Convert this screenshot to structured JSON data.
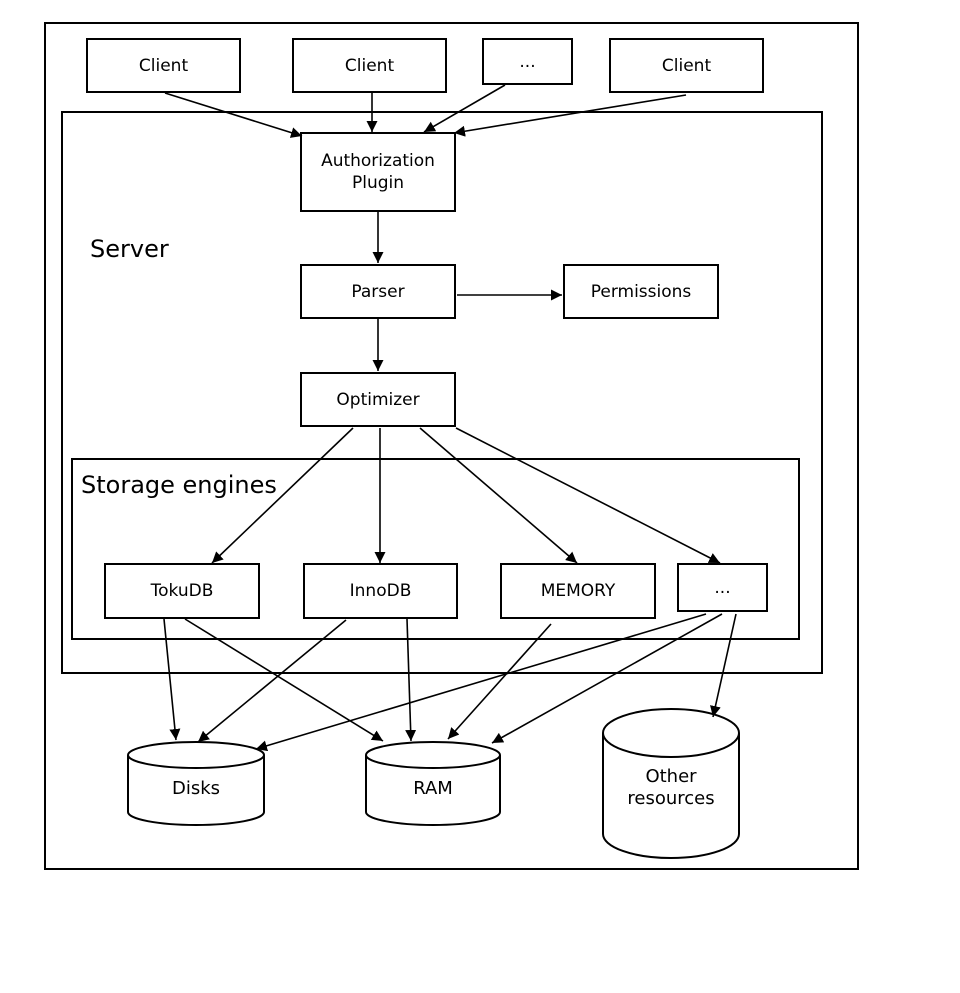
{
  "diagram": {
    "clients": [
      "Client",
      "Client",
      "...",
      "Client"
    ],
    "server_label": "Server",
    "authorization_plugin": "Authorization Plugin",
    "parser": "Parser",
    "permissions": "Permissions",
    "optimizer": "Optimizer",
    "storage_engines_label": "Storage engines",
    "engines": [
      "TokuDB",
      "InnoDB",
      "MEMORY",
      "..."
    ],
    "resources": [
      "Disks",
      "RAM",
      "Other resources"
    ]
  }
}
